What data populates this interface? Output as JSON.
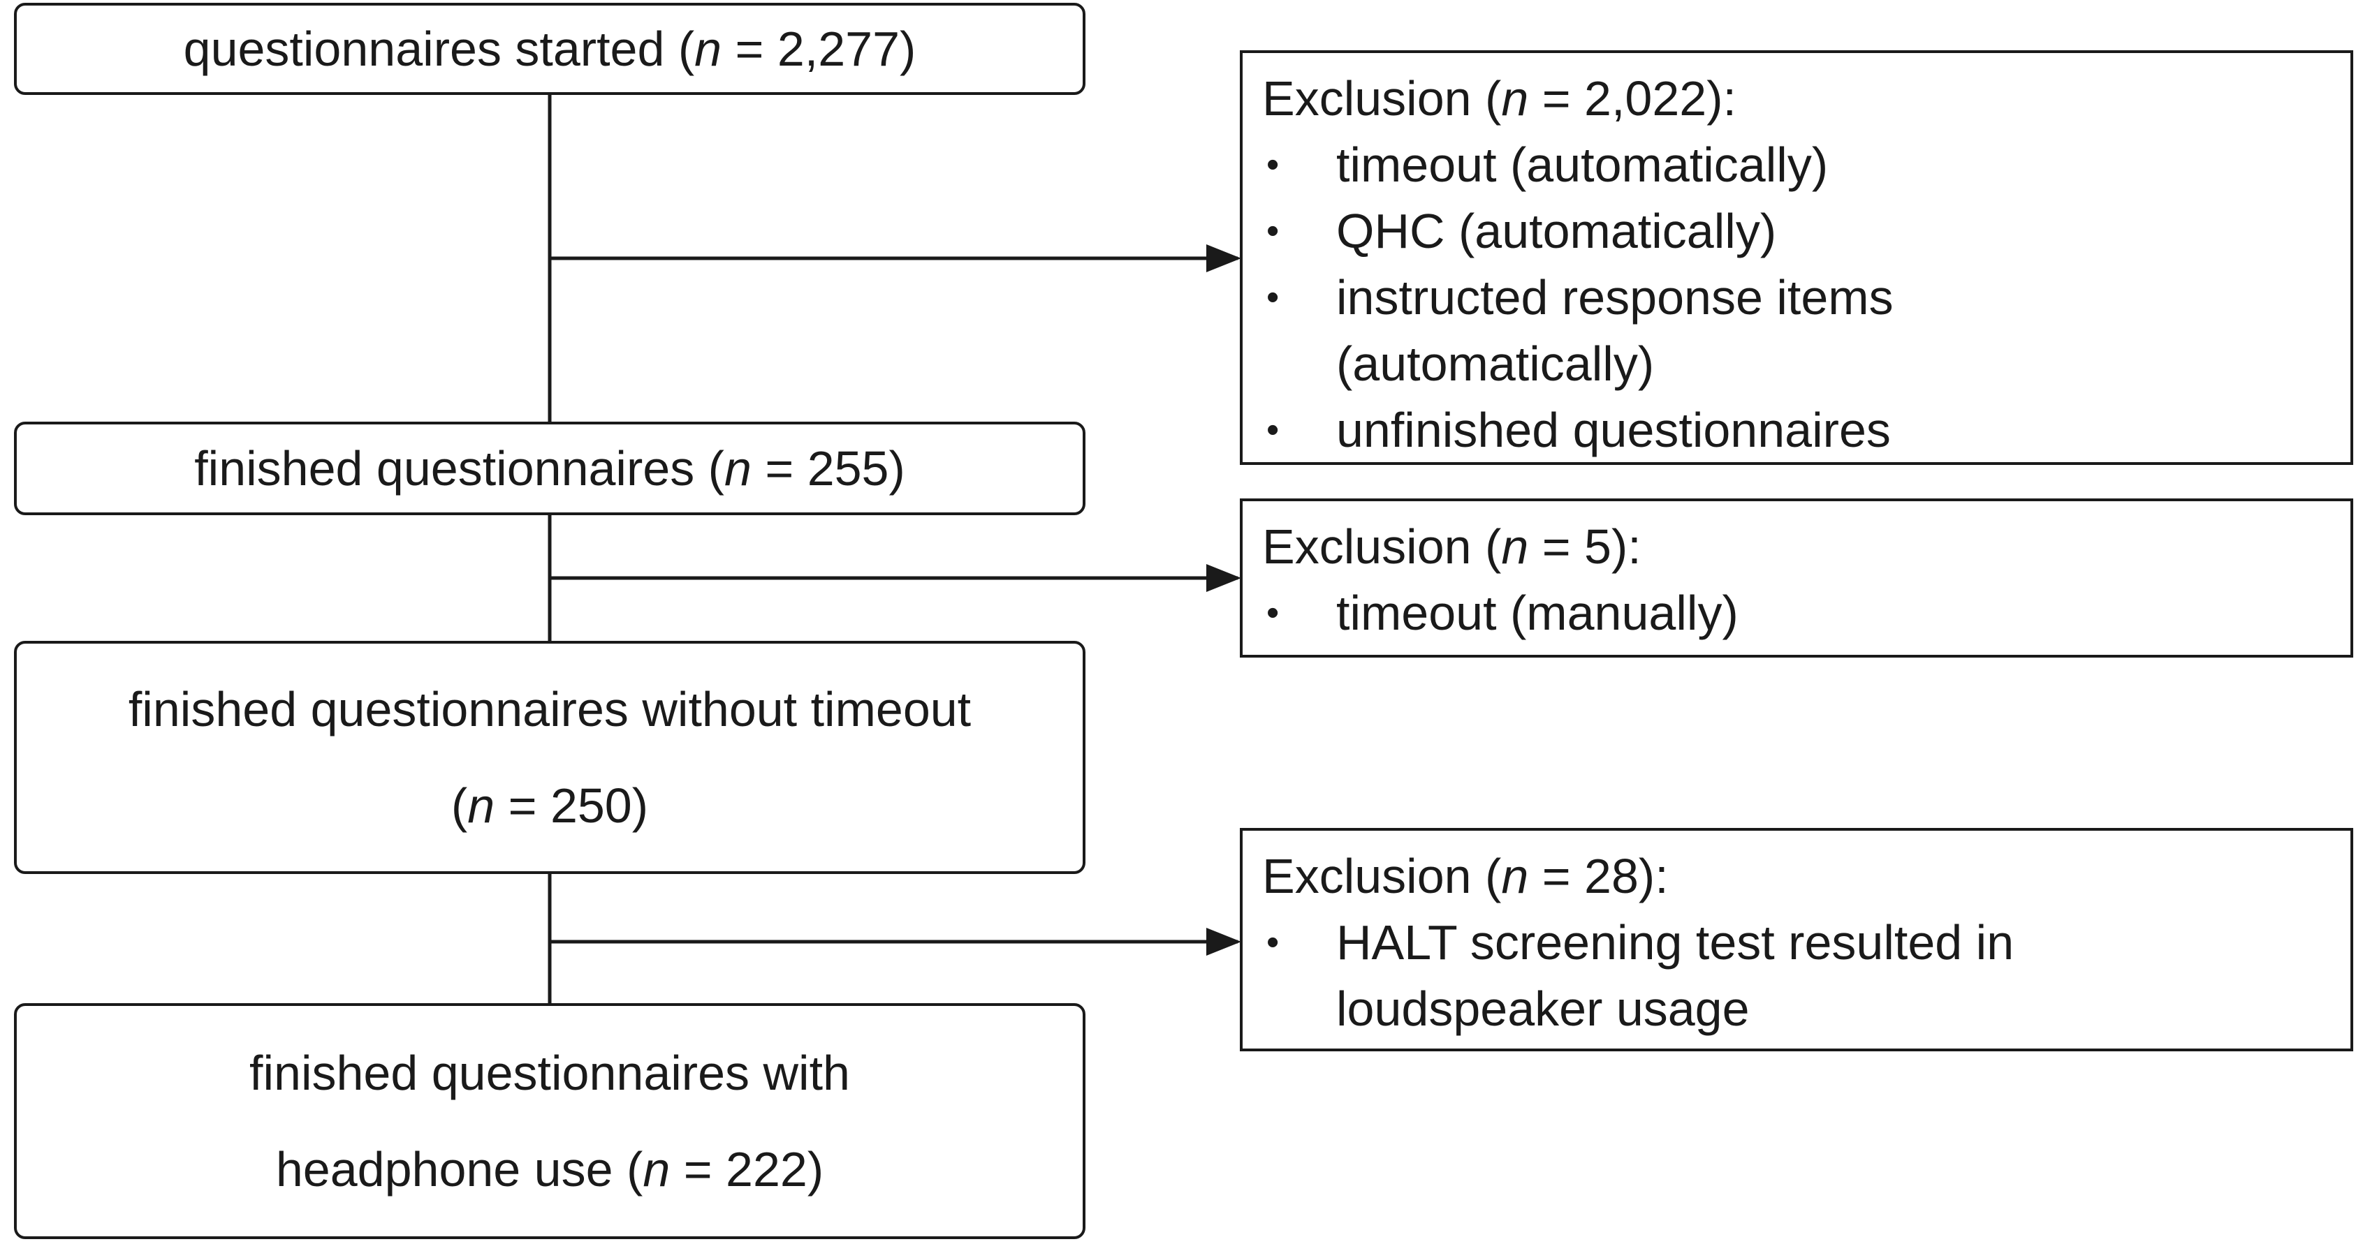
{
  "flow": {
    "started": {
      "prefix": "questionnaires started (",
      "n_symbol": "n",
      "suffix": " = 2,277)"
    },
    "finished": {
      "prefix": "finished questionnaires (",
      "n_symbol": "n",
      "suffix": " = 255)"
    },
    "no_timeout": {
      "line1": "finished questionnaires without timeout",
      "prefix": "(",
      "n_symbol": "n",
      "suffix": " = 250)"
    },
    "headphone": {
      "line1": "finished questionnaires with",
      "prefix": "headphone use (",
      "n_symbol": "n",
      "suffix": " = 222)"
    }
  },
  "exclusions": [
    {
      "head_prefix": "Exclusion (",
      "n_symbol": "n",
      "head_suffix": " = 2,022):",
      "items": [
        "timeout (automatically)",
        "QHC (automatically)",
        [
          "instructed response items",
          "(automatically)"
        ],
        "unfinished questionnaires"
      ]
    },
    {
      "head_prefix": "Exclusion (",
      "n_symbol": "n",
      "head_suffix": " = 5):",
      "items": [
        "timeout (manually)"
      ]
    },
    {
      "head_prefix": "Exclusion (",
      "n_symbol": "n",
      "head_suffix": " = 28):",
      "items": [
        [
          "HALT screening test resulted in",
          "loudspeaker usage"
        ]
      ]
    }
  ]
}
